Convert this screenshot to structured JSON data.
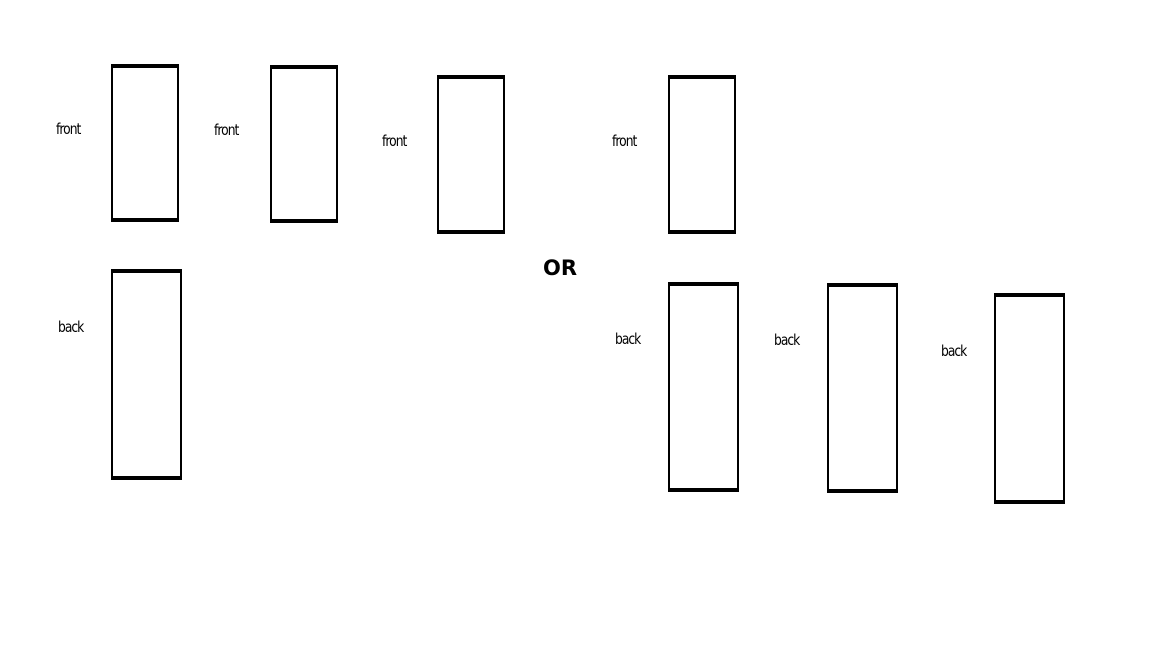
{
  "left_option": {
    "front_labels": [
      "front",
      "front",
      "front"
    ],
    "back_labels": [
      "back"
    ]
  },
  "separator": "OR",
  "right_option": {
    "front_labels": [
      "front"
    ],
    "back_labels": [
      "back",
      "back",
      "back"
    ]
  }
}
